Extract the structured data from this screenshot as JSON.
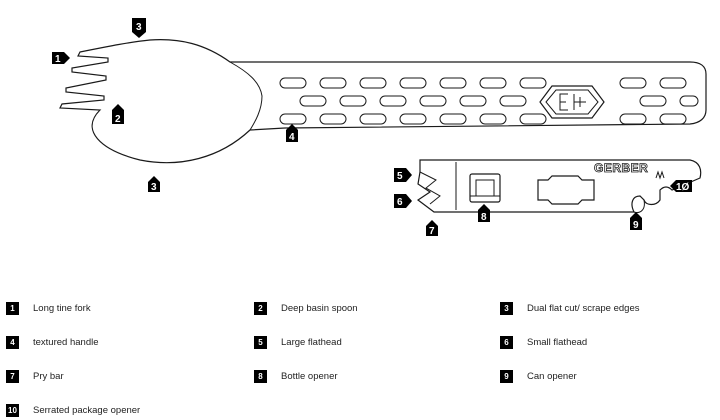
{
  "brand_text": "GERBER",
  "callouts": [
    {
      "id": "1",
      "label": "Long tine fork"
    },
    {
      "id": "2",
      "label": "Deep basin spoon"
    },
    {
      "id": "3",
      "label": "Dual flat cut/ scrape edges"
    },
    {
      "id": "4",
      "label": "textured handle"
    },
    {
      "id": "5",
      "label": "Large flathead"
    },
    {
      "id": "6",
      "label": "Small flathead"
    },
    {
      "id": "7",
      "label": "Pry bar"
    },
    {
      "id": "8",
      "label": "Bottle opener"
    },
    {
      "id": "9",
      "label": "Can opener"
    },
    {
      "id": "10",
      "label": "Serrated package opener"
    }
  ],
  "marker_labels": {
    "m1": "1",
    "m2": "2",
    "m3a": "3",
    "m3b": "3",
    "m4": "4",
    "m5": "5",
    "m6": "6",
    "m7": "7",
    "m8": "8",
    "m9": "9",
    "m10": "1Ø"
  },
  "colors": {
    "outline": "#1a1a1a",
    "marker": "#000000",
    "background": "#ffffff"
  }
}
